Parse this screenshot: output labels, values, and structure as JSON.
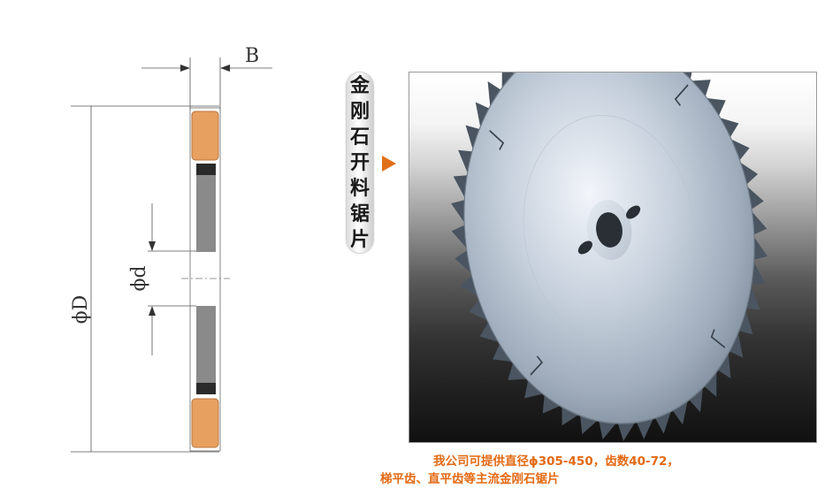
{
  "diagram": {
    "width_label": "B",
    "bore_label": "ϕd",
    "diameter_label": "ϕD"
  },
  "vertical_title": [
    "金",
    "刚",
    "石",
    "开",
    "料",
    "锯",
    "片"
  ],
  "accent_color": "#e36a14",
  "caption": {
    "line1": "我公司可提供直径ϕ305-450，齿数40-72，",
    "line2": "梯平齿、直平齿等主流金刚石锯片"
  }
}
